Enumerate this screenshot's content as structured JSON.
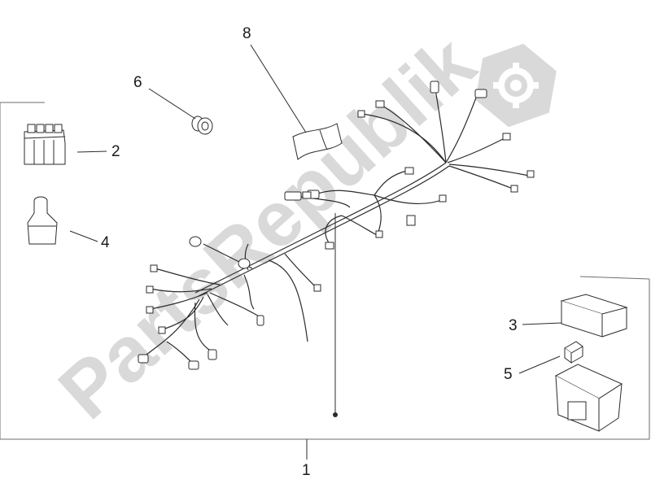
{
  "diagram": {
    "watermark_text": "PartsRepublik",
    "callouts": [
      {
        "id": "1",
        "label": "1"
      },
      {
        "id": "2",
        "label": "2"
      },
      {
        "id": "3",
        "label": "3"
      },
      {
        "id": "4",
        "label": "4"
      },
      {
        "id": "5",
        "label": "5"
      },
      {
        "id": "6",
        "label": "6"
      },
      {
        "id": "8",
        "label": "8"
      }
    ],
    "icons": [
      "gear-icon"
    ],
    "colors": {
      "line": "#2b2b2b",
      "frame": "#6e6e6e",
      "watermark": "#d9d9d9"
    }
  }
}
